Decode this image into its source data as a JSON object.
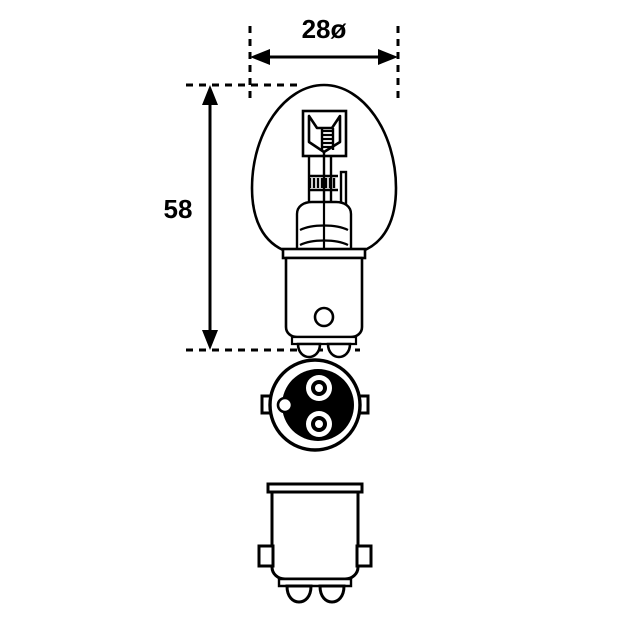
{
  "drawing": {
    "title": "bayonet-bulb-technical-drawing",
    "background_color": "#ffffff",
    "line_color": "#000000",
    "fill_color": "#ffffff",
    "dimensions": {
      "width_label": "28ø",
      "height_label": "58"
    },
    "views": [
      {
        "name": "front-elevation",
        "label": "front elevation of bulb with glass envelope, dual filament and bayonet cap"
      },
      {
        "name": "bottom-contact-view",
        "label": "bottom view showing two solder contacts and side lugs"
      },
      {
        "name": "cap-side-view",
        "label": "side view of bayonet cap with two side lugs"
      }
    ],
    "annotations": {
      "width_dimension_name": "diameter-dimension",
      "height_dimension_name": "overall-height-dimension"
    }
  }
}
